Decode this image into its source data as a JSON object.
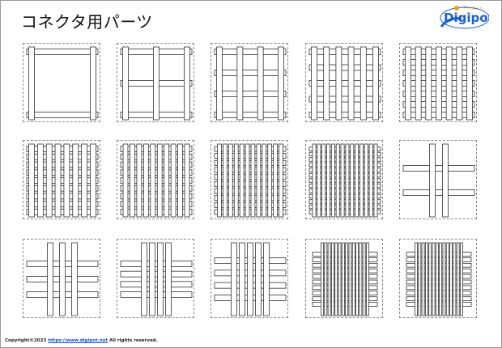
{
  "page": {
    "title": "コネクタ用パーツ"
  },
  "logo": {
    "text": "Digipot",
    "subtext": "デジポット",
    "primary_color": "#1a5fd6",
    "accent_color": "#f2a300"
  },
  "connector_parts": [
    {
      "v": 2,
      "h": 2
    },
    {
      "v": 3,
      "h": 3
    },
    {
      "v": 4,
      "h": 4
    },
    {
      "v": 6,
      "h": 5
    },
    {
      "v": 7,
      "h": 7
    },
    {
      "v": 8,
      "h": 9
    },
    {
      "v": 10,
      "h": 9
    },
    {
      "v": 12,
      "h": 10
    },
    {
      "v": 14,
      "h": 13
    },
    {
      "v": 2,
      "h": 2,
      "short": true
    },
    {
      "v": 3,
      "h": 3,
      "short": true
    },
    {
      "v": 4,
      "h": 4,
      "short": true
    },
    {
      "v": 5,
      "h": 4,
      "short": true
    },
    {
      "v": 14,
      "h": 10,
      "short": true
    },
    {
      "v": 14,
      "h": 10,
      "short": true
    }
  ],
  "footer": {
    "copyright": "Copyright©2023 ",
    "link": "https://www.digipot.net",
    "rights": " All rights reserved."
  }
}
